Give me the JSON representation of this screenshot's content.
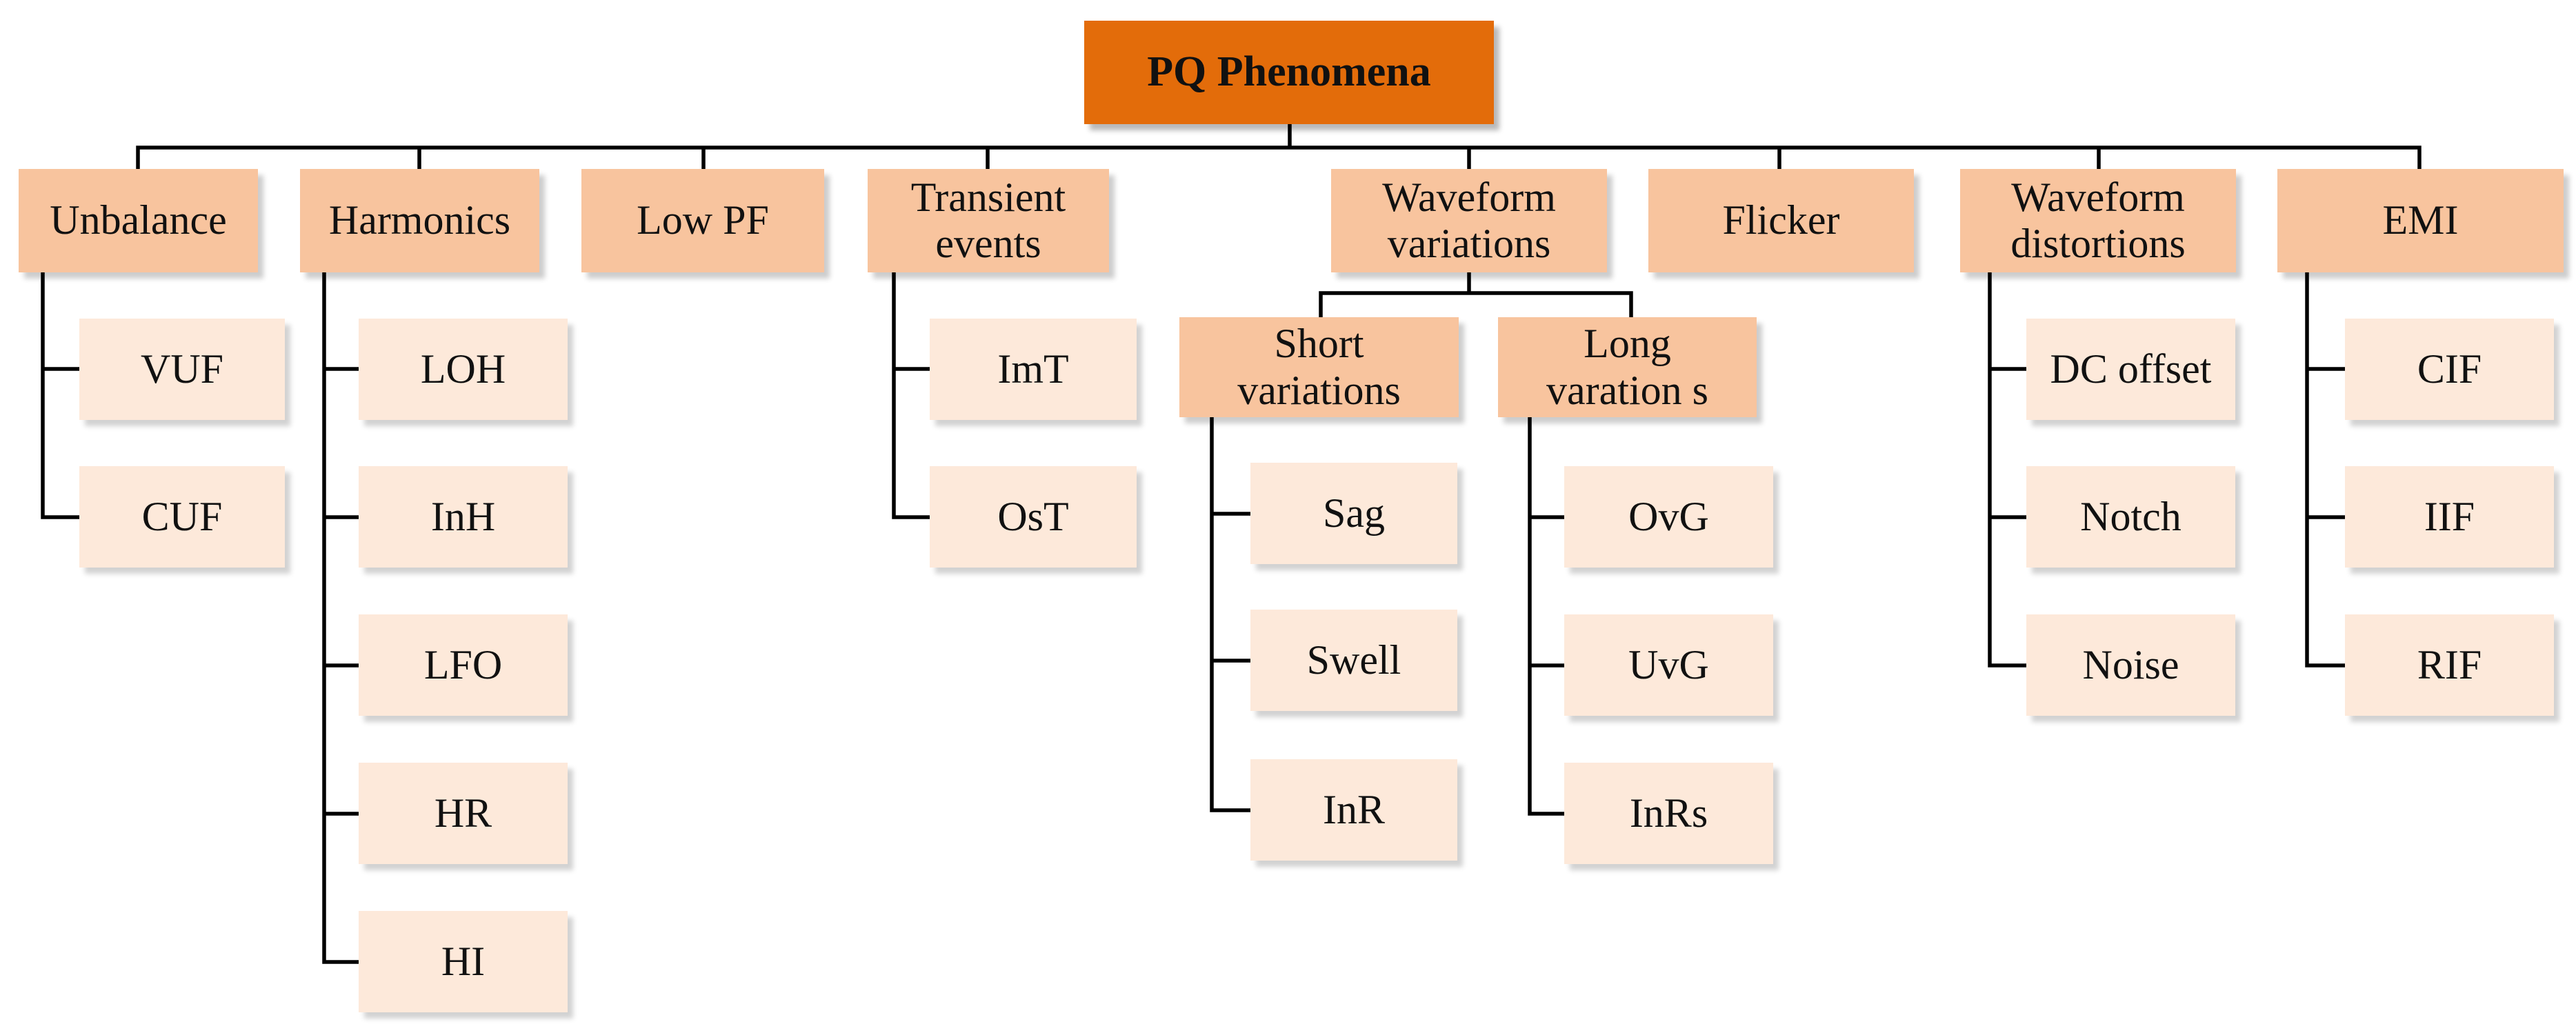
{
  "root": {
    "label": "PQ Phenomena"
  },
  "categories": [
    {
      "label": "Unbalance",
      "children": [
        "VUF",
        "CUF"
      ]
    },
    {
      "label": "Harmonics",
      "children": [
        "LOH",
        "InH",
        "LFO",
        "HR",
        "HI"
      ]
    },
    {
      "label": "Low PF",
      "children": []
    },
    {
      "label": "Transient\nevents",
      "children": [
        "ImT",
        "OsT"
      ]
    },
    {
      "label": "Waveform\nvariations",
      "subgroups": [
        {
          "label": "Short\nvariations",
          "children": [
            "Sag",
            "Swell",
            "InR"
          ]
        },
        {
          "label": "Long\nvaration s",
          "children": [
            "OvG",
            "UvG",
            "InRs"
          ]
        }
      ]
    },
    {
      "label": "Flicker",
      "children": []
    },
    {
      "label": "Waveform\ndistortions",
      "children": [
        "DC offset",
        "Notch",
        "Noise"
      ]
    },
    {
      "label": "EMI",
      "children": [
        "CIF",
        "IIF",
        "RIF"
      ]
    }
  ],
  "colors": {
    "root_fill": "#E36C0A",
    "category_fill": "#F8C49E",
    "leaf_fill": "#FDE9DA",
    "connector": "#000000"
  }
}
